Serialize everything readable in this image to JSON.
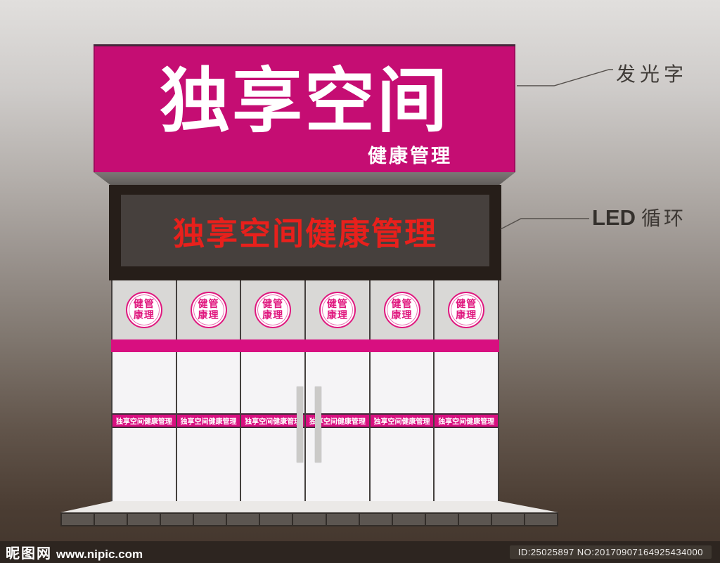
{
  "sign": {
    "title": "独享空间",
    "subtitle": "健康管理"
  },
  "led": {
    "text": "独享空间健康管理"
  },
  "badge": {
    "line1": "健管",
    "line2": "康理"
  },
  "door": {
    "band_text": "独享空间健康管理"
  },
  "annotations": {
    "luminous_label": "发光字",
    "led_label_en": "LED",
    "led_label_cn": "循环"
  },
  "footer": {
    "site": "昵图网",
    "url": "www.nipic.com",
    "id": "ID:25025897 NO:20170907164925434000"
  },
  "colors": {
    "brand_magenta": "#c50d73",
    "stripe_magenta": "#d80f80",
    "led_red": "#e8201c",
    "led_frame": "#261e19",
    "led_screen": "#46403d",
    "footer_bar": "#2d2520"
  }
}
